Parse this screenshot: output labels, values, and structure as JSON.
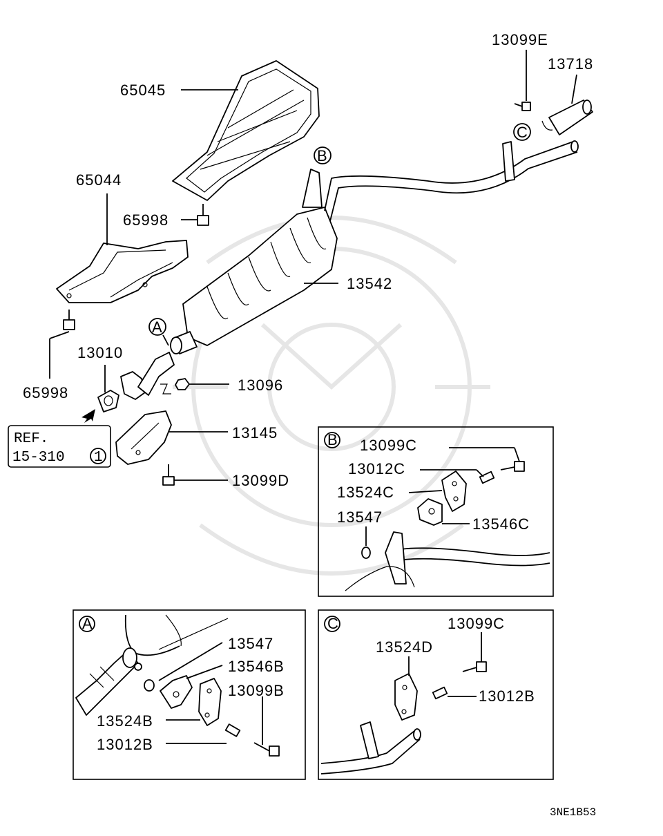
{
  "labels": {
    "p13099E": "13099E",
    "p13718": "13718",
    "p65045": "65045",
    "p65044": "65044",
    "p65998a": "65998",
    "p13542": "13542",
    "p65998b": "65998",
    "p13010": "13010",
    "p13096": "13096",
    "p13145": "13145",
    "p13099D": "13099D",
    "callA": "A",
    "callB": "B",
    "callC": "C"
  },
  "ref": {
    "line1": "REF.",
    "line2": "15-310",
    "circled": "1"
  },
  "detailB": {
    "title": "B",
    "p13099C": "13099C",
    "p13012C": "13012C",
    "p13524C": "13524C",
    "p13547": "13547",
    "p13546C": "13546C"
  },
  "detailA": {
    "title": "A",
    "p13547": "13547",
    "p13546B": "13546B",
    "p13099B": "13099B",
    "p13524B": "13524B",
    "p13012B": "13012B"
  },
  "detailC": {
    "title": "C",
    "p13099C": "13099C",
    "p13524D": "13524D",
    "p13012B": "13012B"
  },
  "code": "3NE1B53"
}
